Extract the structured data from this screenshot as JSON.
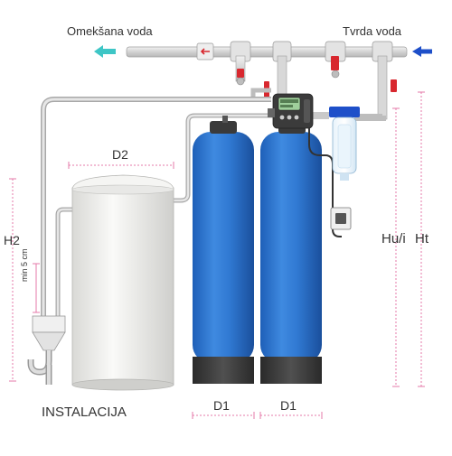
{
  "labels": {
    "softened_water": "Omekšana voda",
    "hard_water": "Tvrda voda",
    "d2": "D2",
    "h2": "H2",
    "min_height": "min 5 cm",
    "hu_i": "Hu/i",
    "ht": "Ht",
    "d1_left": "D1",
    "d1_right": "D1",
    "installation": "INSTALACIJA"
  },
  "colors": {
    "tank_blue": "#2f77d0",
    "tank_dark": "#3a3a3a",
    "pipe_gray": "#d7d7d7",
    "dimension_pink": "#e47aa8",
    "outlet_arrow": "#3ec6c6",
    "inlet_arrow": "#1e4fc9",
    "valve_red": "#d8282f"
  }
}
